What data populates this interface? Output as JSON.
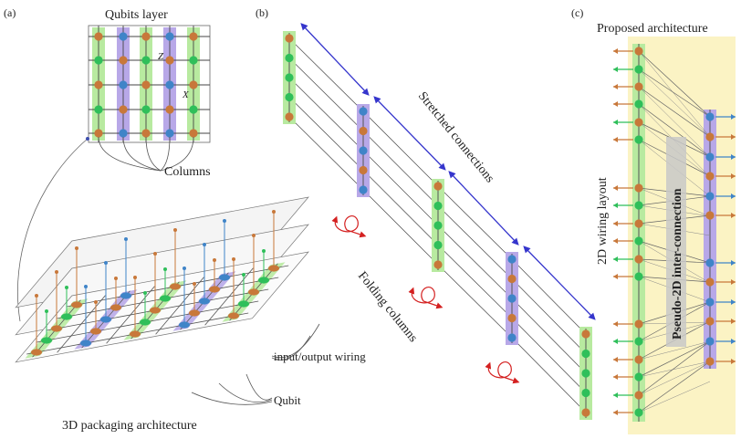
{
  "panels": {
    "a": {
      "tag": "(a)",
      "title": "Qubits layer",
      "z_label": "Z",
      "x_label": "X",
      "columns_label": "Columns",
      "io_label": "input/output wiring",
      "qubit_label": "Qubit",
      "caption": "3D packaging architecture"
    },
    "b": {
      "tag": "(b)",
      "stretched_label": "Stretched connections",
      "folding_label": "Folding columns"
    },
    "c": {
      "tag": "(c)",
      "title": "Proposed architecture",
      "wiring_label": "2D wiring layout",
      "inter_label": "Pseudo-2D inter-connection"
    }
  },
  "colors": {
    "orange": "#c8783a",
    "green": "#2fbf5a",
    "blue": "#3f84c8",
    "green_band": "#b8eaa0",
    "purple_band": "#b8a8e8",
    "yellow_band": "#fbf3c4",
    "red_arrow": "#d42020",
    "blue_arrow": "#3535cc",
    "line": "#555555"
  },
  "icons": [
    "bidirectional-arrow-icon",
    "curved-fold-arrow-icon"
  ]
}
